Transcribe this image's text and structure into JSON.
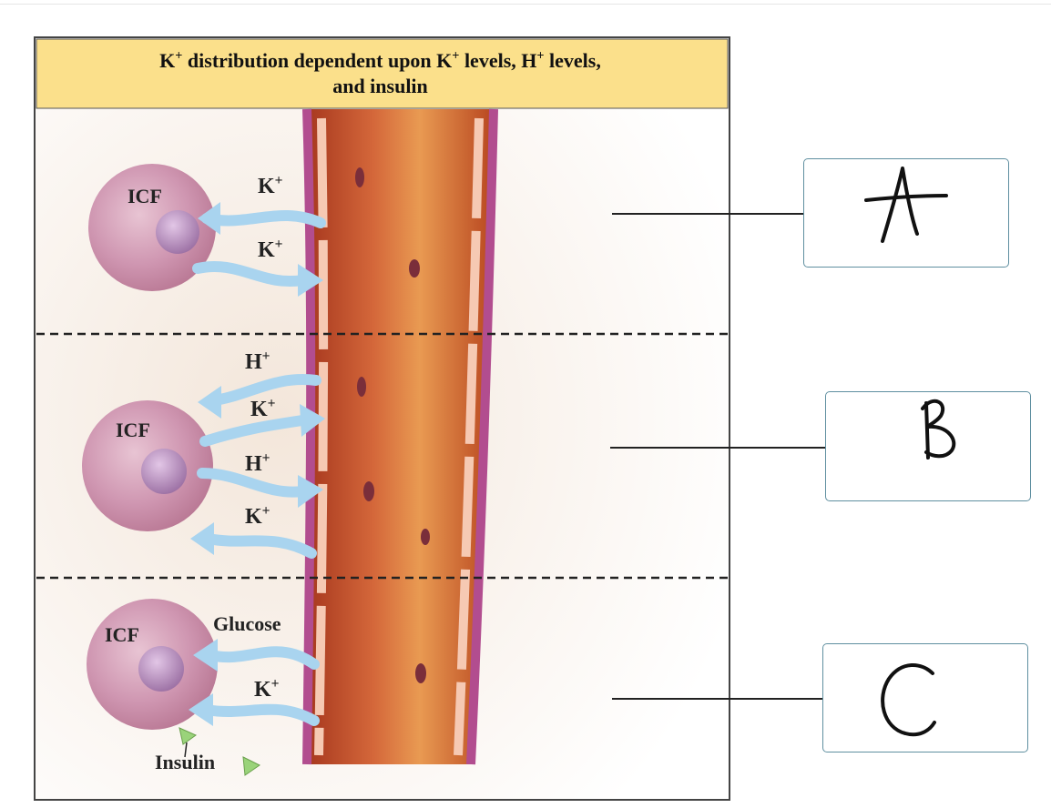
{
  "title": {
    "line1_parts": [
      "K",
      "+",
      " distribution dependent upon K",
      "+",
      " levels, H",
      "+",
      " levels,"
    ],
    "line2": "and insulin"
  },
  "section_a": {
    "cell_label": "ICF",
    "ion1": {
      "base": "K",
      "charge": "+"
    },
    "ion2": {
      "base": "K",
      "charge": "+"
    }
  },
  "section_b": {
    "cell_label": "ICF",
    "ion1": {
      "base": "H",
      "charge": "+"
    },
    "ion2": {
      "base": "K",
      "charge": "+"
    },
    "ion3": {
      "base": "H",
      "charge": "+"
    },
    "ion4": {
      "base": "K",
      "charge": "+"
    }
  },
  "section_c": {
    "cell_label": "ICF",
    "glucose_label": "Glucose",
    "ion1": {
      "base": "K",
      "charge": "+"
    },
    "insulin_label": "Insulin"
  },
  "answer_boxes": [
    {
      "letter": "A"
    },
    {
      "letter": "B"
    },
    {
      "letter": "C"
    }
  ],
  "colors": {
    "title_band": "#fbe08b",
    "cell_fill": "#c88aa6",
    "nucleus": "#a67aa8",
    "vessel": "#c85a2c",
    "vessel_wall": "#b24d8f",
    "arrow": "#a9d4ef",
    "insulin_marker": "#9ad37a",
    "box_border": "#5f8fa0"
  }
}
